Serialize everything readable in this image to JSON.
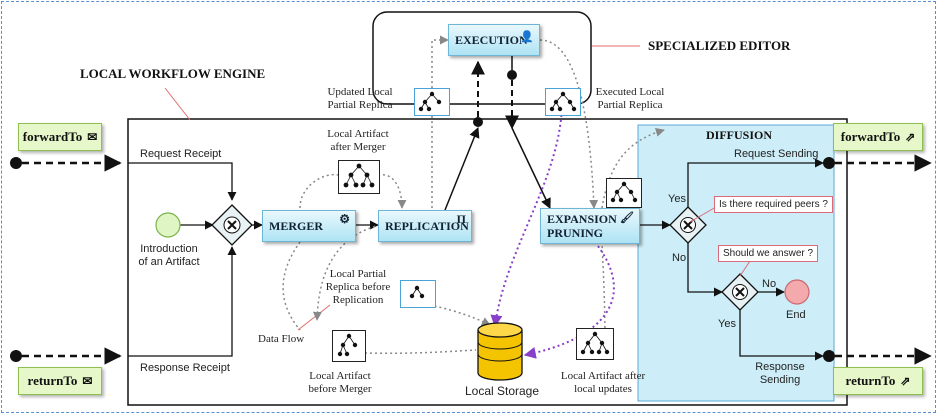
{
  "headings": {
    "specialized_editor": "SPECIALIZED EDITOR",
    "local_workflow_engine": "LOCAL WORKFLOW ENGINE",
    "diffusion": "DIFFUSION"
  },
  "tasks": {
    "execution": "EXECUTION",
    "merger": "MERGER",
    "replication": "REPLICATION",
    "expansion_line1": "EXPANSION",
    "expansion_line2": "PRUNING"
  },
  "ports": {
    "forward_in": "forwardTo",
    "return_in": "returnTo",
    "forward_out": "forwardTo",
    "return_out": "returnTo"
  },
  "labels": {
    "request_receipt": "Request Receipt",
    "response_receipt": "Response Receipt",
    "introduction_line1": "Introduction",
    "introduction_line2": "of an Artifact",
    "updated_local_line1": "Updated Local",
    "updated_local_line2": "Partial Replica",
    "executed_local_line1": "Executed Local",
    "executed_local_line2": "Partial Replica",
    "after_merger_line1": "Local Artifact",
    "after_merger_line2": "after Merger",
    "before_replication_line1": "Local Partial",
    "before_replication_line2": "Replica before",
    "before_replication_line3": "Replication",
    "data_flow": "Data Flow",
    "before_merger_line1": "Local Artifact",
    "before_merger_line2": "before Merger",
    "local_storage": "Local Storage",
    "after_updates_line1": "Local Artifact after",
    "after_updates_line2": "local updates",
    "request_sending": "Request Sending",
    "response_sending_line1": "Response",
    "response_sending_line2": "Sending",
    "yes_top": "Yes",
    "no_top": "No",
    "no_right": "No",
    "yes_bottom": "Yes",
    "end": "End"
  },
  "notes": {
    "required_peers": "Is there required peers ?",
    "should_answer": "Should we answer ?"
  },
  "colors": {
    "task_fill": "#aee3f4",
    "diffusion_fill": "#cdeef8",
    "start_event": "#dff5c4",
    "end_event": "#f4a9ad",
    "storage": "#f5c400",
    "port_fill": "#e6f7c9",
    "data_flow_purple": "#8a3fc9",
    "note_border": "#d96a7a"
  },
  "icons": {
    "execution": "user-icon",
    "merger": "gear-icon",
    "replication": "parallel-icon",
    "expansion": "brush-icon",
    "incoming_port": "inbox-icon",
    "outgoing_port": "export-icon"
  }
}
